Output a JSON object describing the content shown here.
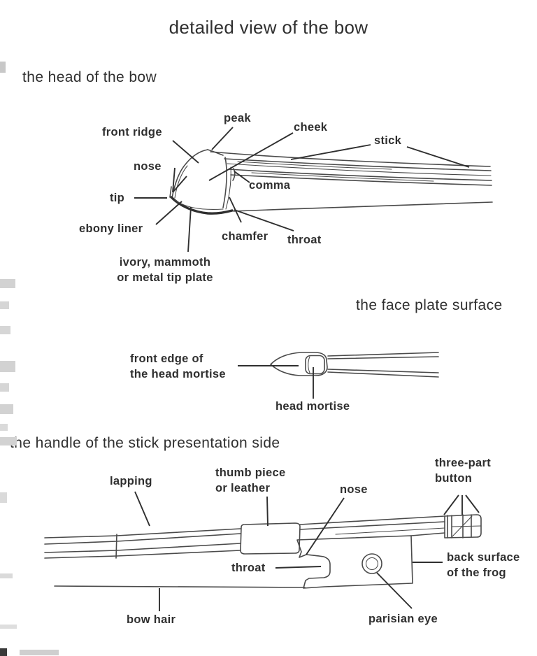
{
  "title": "detailed view of the bow",
  "colors": {
    "ink": "#2f2f2f",
    "line": "#4a4a4a",
    "background": "#ffffff"
  },
  "head_section": {
    "heading": "the head of the bow",
    "labels": {
      "front_ridge": "front ridge",
      "peak": "peak",
      "cheek": "cheek",
      "stick": "stick",
      "nose": "nose",
      "tip": "tip",
      "comma": "comma",
      "ebony_liner": "ebony liner",
      "chamfer": "chamfer",
      "throat": "throat",
      "tip_plate_line1": "ivory, mammoth",
      "tip_plate_line2": "or metal tip plate"
    }
  },
  "face_plate_section": {
    "heading": "the face plate surface",
    "labels": {
      "front_edge_line1": "front edge of",
      "front_edge_line2": "the head mortise",
      "head_mortise": "head mortise"
    }
  },
  "handle_section": {
    "heading": "the handle of the stick presentation side",
    "labels": {
      "lapping": "lapping",
      "thumb_piece_line1": "thumb piece",
      "thumb_piece_line2": "or leather",
      "nose": "nose",
      "button_line1": "three-part",
      "button_line2": "button",
      "throat": "throat",
      "back_surface_line1": "back surface",
      "back_surface_line2": "of the frog",
      "parisian_eye": "parisian eye",
      "bow_hair": "bow hair"
    }
  }
}
